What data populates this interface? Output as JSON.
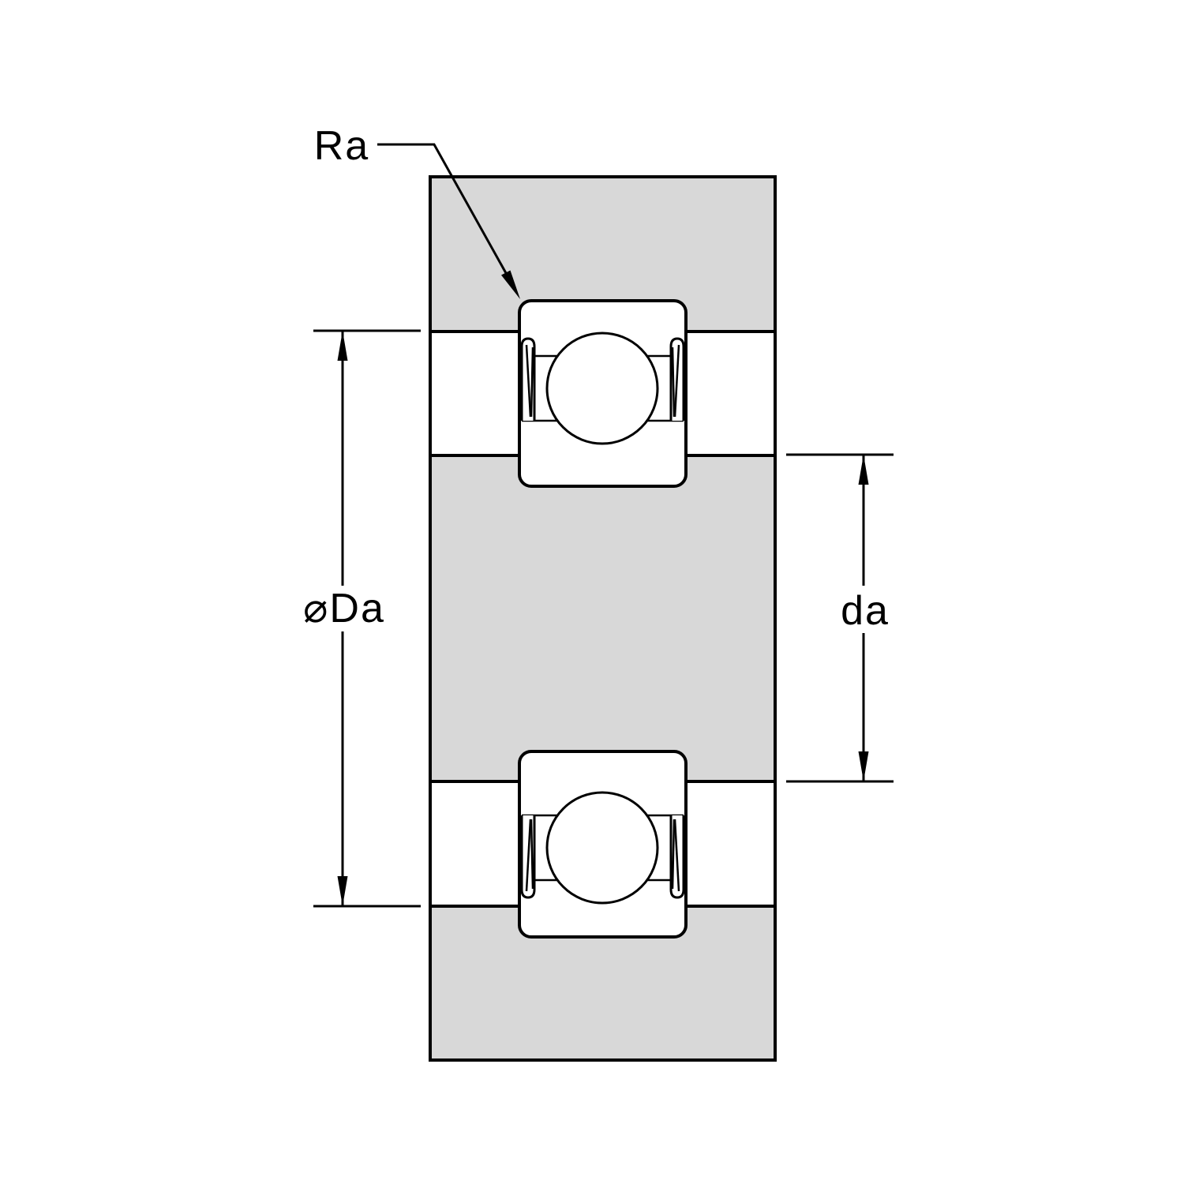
{
  "diagram": {
    "labels": {
      "fillet_radius": "Ra",
      "housing_abutment_diameter": "⌀Da",
      "shaft_abutment_diameter": "da"
    },
    "colors": {
      "section_fill": "#d8d8d8",
      "line": "#000000",
      "background": "#ffffff"
    }
  }
}
